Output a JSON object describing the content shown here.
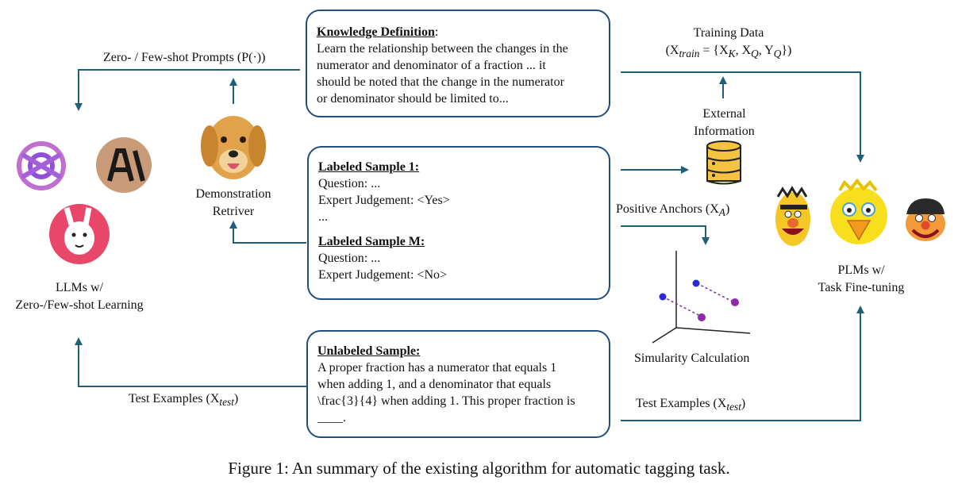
{
  "boxes": {
    "knowledge": {
      "title": "Knowledge Definition",
      "colon": ":",
      "lines": [
        "Learn the relationship between the changes in the",
        "numerator and denominator of a fraction ... it",
        "should be noted that the change in the numerator",
        "or denominator should be limited to..."
      ]
    },
    "labeled": {
      "title1": "Labeled Sample 1:",
      "q1": "Question: ...",
      "j1": "Expert Judgement: <Yes>",
      "dots": "...",
      "titleM": "Labeled Sample M:",
      "qM": "Question: ...",
      "jM": "Expert Judgement: <No>"
    },
    "unlabeled": {
      "title": "Unlabeled Sample:",
      "lines": [
        "A proper fraction has a numerator that equals 1",
        "when adding 1, and a denominator that equals",
        "\\frac{3}{4} when adding 1. This proper fraction is",
        "____."
      ]
    }
  },
  "labels": {
    "zero_few_prompts": "Zero- / Few-shot Prompts (P(·))",
    "demo_retriever_1": "Demonstration",
    "demo_retriever_2": "Retriver",
    "llms_1": "LLMs w/",
    "llms_2": "Zero-/Few-shot Learning",
    "test_left": "Test Examples (X",
    "test_left_sub": "test",
    "test_right": "Test Examples (X",
    "test_right_sub": "test",
    "training_1": "Training Data",
    "training_2": "(X",
    "training_2_sub": "train",
    "training_2_rest": " = {X",
    "training_k": "K",
    "training_q": "Q",
    "training_yq": "Q",
    "external_1": "External",
    "external_2": "Information",
    "positive": "Positive Anchors (X",
    "positive_sub": "A",
    "simularity": "Simularity Calculation",
    "plms_1": "PLMs w/",
    "plms_2": "Task Fine-tuning"
  },
  "caption": "Figure 1: An summary of the existing algorithm for automatic tagging task.",
  "colors": {
    "arrow": "#1f5f7a",
    "box_border": "#1f4e79"
  }
}
